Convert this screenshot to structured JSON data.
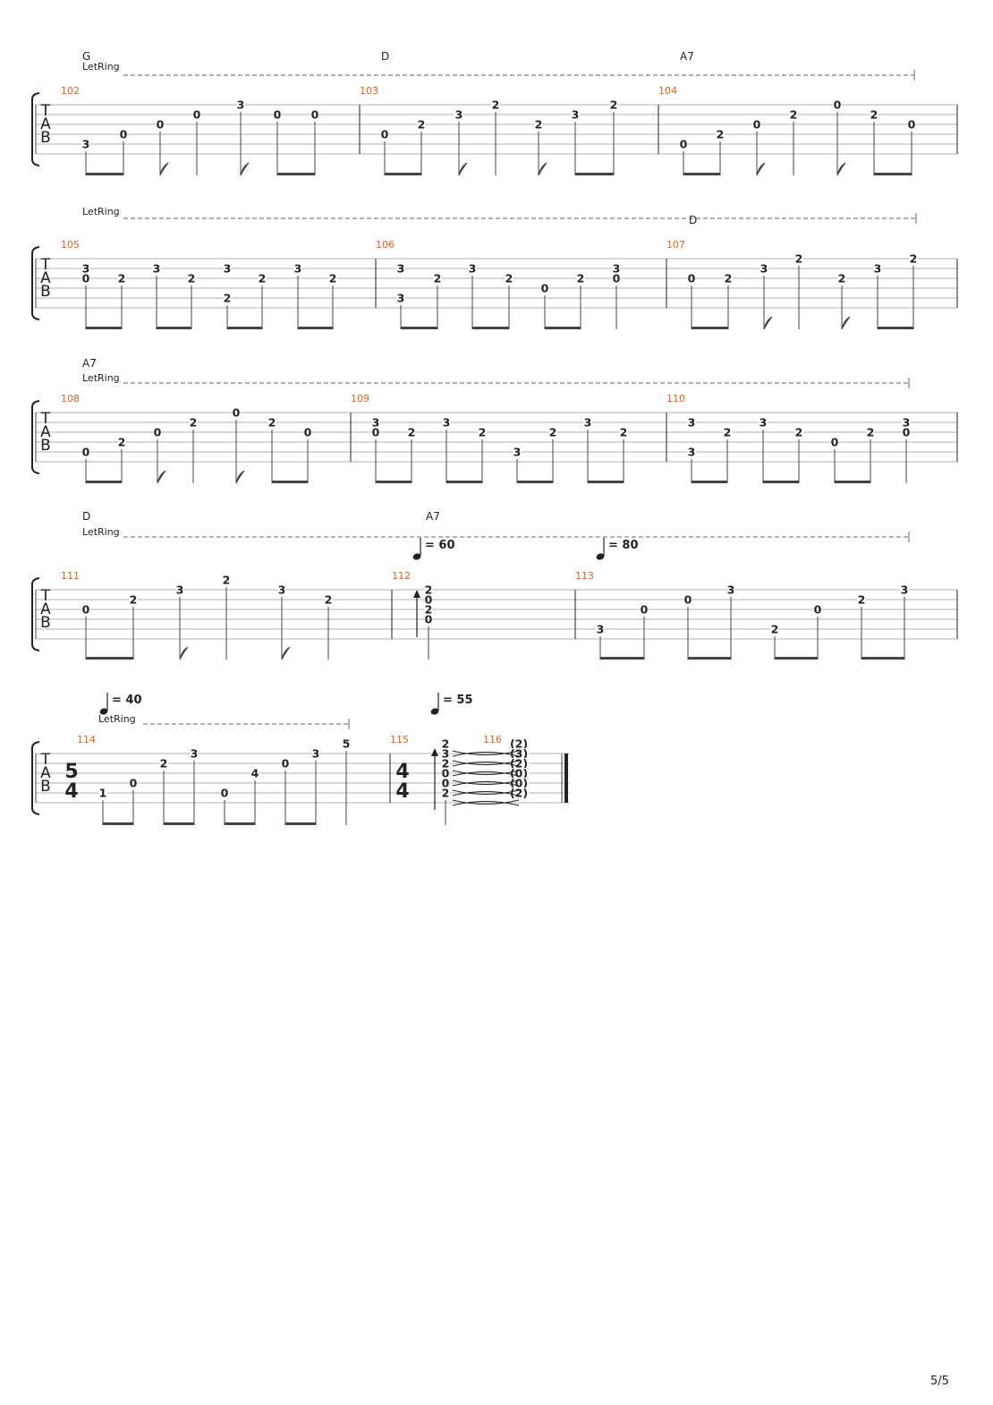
{
  "page": {
    "number": "5/5"
  },
  "tab_clef": [
    "T",
    "A",
    "B"
  ],
  "systems": [
    {
      "let_ring": "LetRing",
      "chords": [
        "G",
        "D",
        "A7"
      ],
      "measures": [
        {
          "number": "102",
          "notes": [
            {
              "s": 5,
              "f": "3"
            },
            {
              "s": 4,
              "f": "0"
            },
            {
              "s": 3,
              "f": "0"
            },
            {
              "s": 2,
              "f": "0"
            },
            {
              "s": 1,
              "f": "3"
            },
            {
              "s": 2,
              "f": "0"
            },
            {
              "s": 2,
              "f": "0"
            }
          ]
        },
        {
          "number": "103",
          "notes": [
            {
              "s": 4,
              "f": "0"
            },
            {
              "s": 3,
              "f": "2"
            },
            {
              "s": 2,
              "f": "3"
            },
            {
              "s": 1,
              "f": "2"
            },
            {
              "s": 3,
              "f": "2"
            },
            {
              "s": 2,
              "f": "3"
            },
            {
              "s": 1,
              "f": "2"
            }
          ]
        },
        {
          "number": "104",
          "notes": [
            {
              "s": 5,
              "f": "0"
            },
            {
              "s": 4,
              "f": "2"
            },
            {
              "s": 3,
              "f": "0"
            },
            {
              "s": 2,
              "f": "2"
            },
            {
              "s": 1,
              "f": "0"
            },
            {
              "s": 2,
              "f": "2"
            },
            {
              "s": 3,
              "f": "0"
            }
          ]
        }
      ]
    },
    {
      "let_ring": "LetRing",
      "chords": [
        "D"
      ],
      "measures": [
        {
          "number": "105",
          "notes": [
            [
              "3",
              "0"
            ],
            "2",
            "3",
            "2",
            [
              "3",
              "2"
            ],
            "2",
            "3",
            "2"
          ]
        },
        {
          "number": "106",
          "notes": [
            [
              "3",
              "3"
            ],
            "2",
            "3",
            "2",
            "0",
            "2",
            [
              "3",
              "0"
            ]
          ]
        },
        {
          "number": "107",
          "notes": [
            "0",
            "2",
            "3",
            "2",
            "2",
            "3",
            "2"
          ]
        }
      ]
    },
    {
      "let_ring": "LetRing",
      "chords": [
        "A7"
      ],
      "measures": [
        {
          "number": "108",
          "notes": [
            "0",
            "2",
            "0",
            "2",
            "0",
            "2",
            "0"
          ]
        },
        {
          "number": "109",
          "notes": [
            [
              "3",
              "0"
            ],
            "2",
            "3",
            "2",
            "3",
            "2",
            "3",
            "2"
          ]
        },
        {
          "number": "110",
          "notes": [
            [
              "3",
              "3"
            ],
            "2",
            "3",
            "2",
            "0",
            "2",
            [
              "3",
              "0"
            ]
          ]
        }
      ]
    },
    {
      "let_ring": "LetRing",
      "chords": [
        "D",
        "A7"
      ],
      "tempos": [
        "= 60",
        "= 80"
      ],
      "measures": [
        {
          "number": "111",
          "notes": [
            "0",
            "2",
            "3",
            "2",
            "3",
            "2"
          ]
        },
        {
          "number": "112",
          "notes": [
            [
              "2",
              "0",
              "2",
              "0"
            ]
          ]
        },
        {
          "number": "113",
          "notes": [
            "3",
            "0",
            "0",
            "3",
            "2",
            "0",
            "2",
            "3"
          ]
        }
      ]
    },
    {
      "let_ring": "LetRing",
      "tempos": [
        "= 40",
        "= 55"
      ],
      "measures": [
        {
          "number": "114",
          "time_signature": [
            "5",
            "4"
          ],
          "notes": [
            "1",
            "0",
            "2",
            "3",
            "0",
            "4",
            "0",
            "3",
            "5"
          ]
        },
        {
          "number": "115",
          "time_signature": [
            "4",
            "4"
          ],
          "notes": [
            [
              "2",
              "3",
              "2",
              "0",
              "0",
              "2"
            ]
          ]
        },
        {
          "number": "116",
          "notes": [
            [
              "(2)",
              "(3)",
              "(2)",
              "(0)",
              "(0)",
              "(2)"
            ]
          ]
        }
      ]
    }
  ]
}
